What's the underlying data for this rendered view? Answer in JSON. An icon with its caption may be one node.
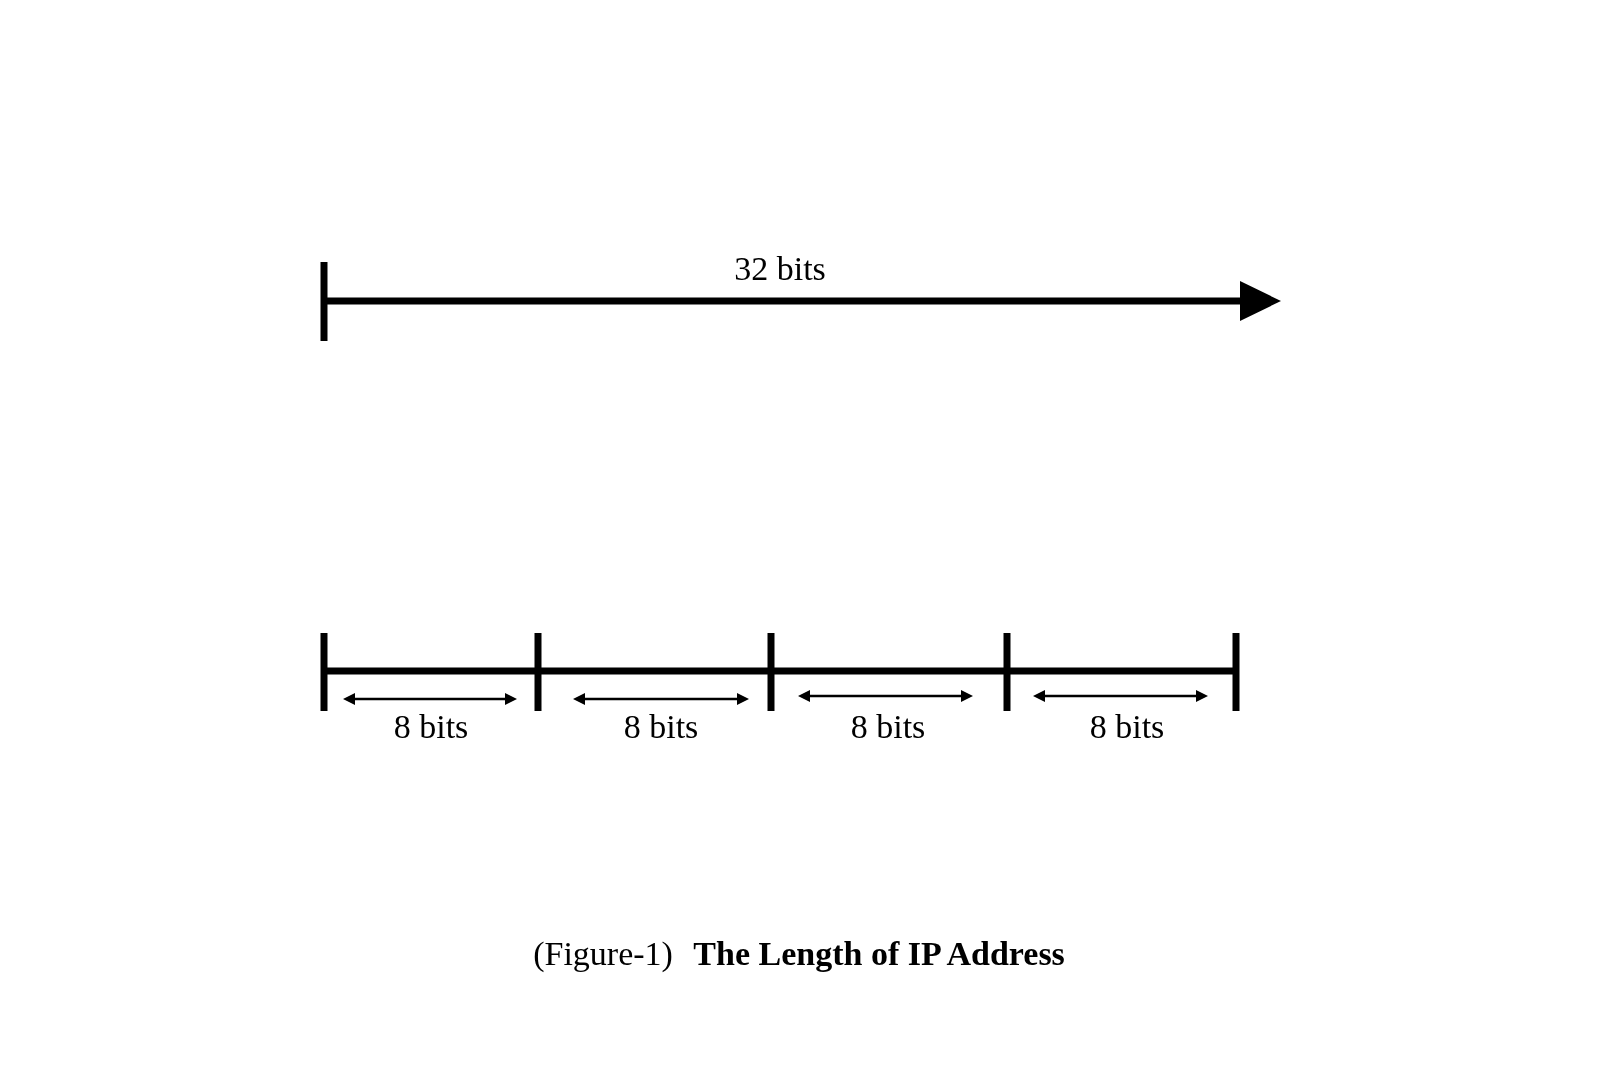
{
  "diagram": {
    "caption": "(Figure-1) **The Length of IP Address**",
    "labels": [
      "32 bits",
      "8 bits",
      "8 bits",
      "8 bits",
      "8 bits"
    ]
  }
}
